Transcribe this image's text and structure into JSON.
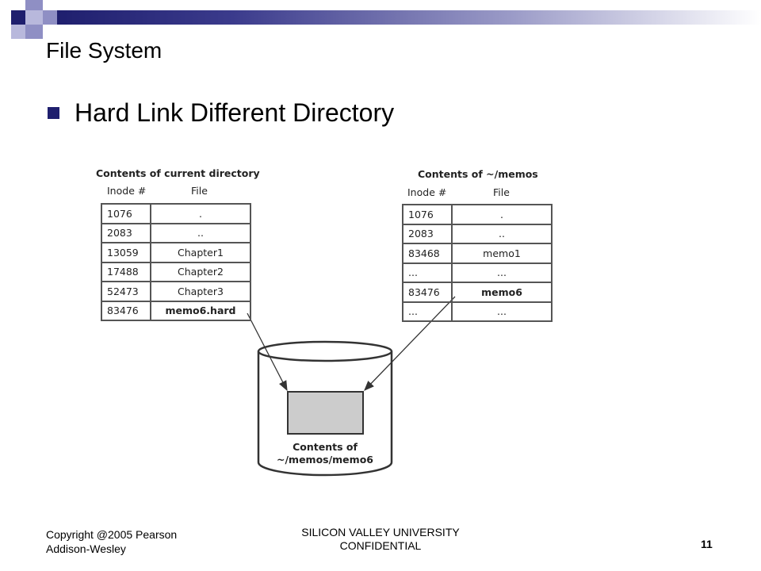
{
  "slide": {
    "title": "File System",
    "bullet": "Hard Link Different Directory"
  },
  "diagram": {
    "left_table": {
      "caption": "Contents of current directory",
      "col_inode": "Inode #",
      "col_file": "File",
      "rows": [
        {
          "inode": "1076",
          "file": ".",
          "bold": false
        },
        {
          "inode": "2083",
          "file": "..",
          "bold": false
        },
        {
          "inode": "13059",
          "file": "Chapter1",
          "bold": false
        },
        {
          "inode": "17488",
          "file": "Chapter2",
          "bold": false
        },
        {
          "inode": "52473",
          "file": "Chapter3",
          "bold": false
        },
        {
          "inode": "83476",
          "file": "memo6.hard",
          "bold": true
        }
      ]
    },
    "right_table": {
      "caption": "Contents of ~/memos",
      "col_inode": "Inode #",
      "col_file": "File",
      "rows": [
        {
          "inode": "1076",
          "file": ".",
          "bold": false
        },
        {
          "inode": "2083",
          "file": "..",
          "bold": false
        },
        {
          "inode": "83468",
          "file": "memo1",
          "bold": false
        },
        {
          "inode": "...",
          "file": "...",
          "bold": false
        },
        {
          "inode": "83476",
          "file": "memo6",
          "bold": true
        },
        {
          "inode": "...",
          "file": "...",
          "bold": false
        }
      ]
    },
    "disk_label_line1": "Contents of",
    "disk_label_line2": "~/memos/memo6"
  },
  "footer": {
    "copyright_line1": "Copyright @2005 Pearson",
    "copyright_line2": "Addison-Wesley",
    "center_line1": "SILICON VALLEY UNIVERSITY",
    "center_line2": "CONFIDENTIAL",
    "page_number": "11"
  },
  "colors": {
    "accent_dark": "#1f1f6e",
    "accent_light": "#8f8fc4",
    "block_fill": "#cccccc"
  }
}
